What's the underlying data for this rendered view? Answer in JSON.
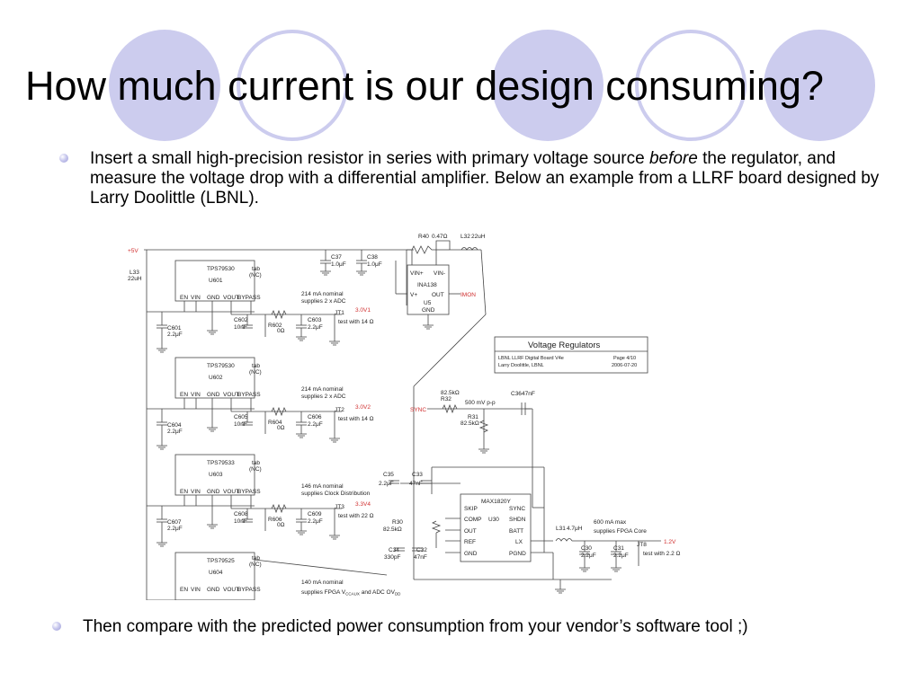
{
  "slide": {
    "title": "How much current is our design consuming?",
    "bullet1": {
      "before_text": "Insert a small high-precision resistor in series with primary voltage source ",
      "emphasis": "before",
      "after_text": " the regulator, and measure the voltage drop with a differential amplifier. Below an example from a LLRF board designed by Larry Doolittle (LBNL)."
    },
    "bullet2": "Then compare with the predicted power consumption from your vendor’s software tool ;)"
  },
  "schematic": {
    "title_block": {
      "heading": "Voltage Regulators",
      "board": "LBNL LLRF Digital Board V4e",
      "page": "Page 4/10",
      "author": "Larry Doolittle, LBNL",
      "date": "2006-07-20"
    },
    "supply": "+5V",
    "inductor_main": {
      "ref": "L33",
      "value": "22uH"
    },
    "regulators": [
      {
        "part": "TPS79530",
        "ref": "U601",
        "tab": "tab",
        "nc": "(NC)",
        "pin_labels": [
          "EN",
          "VIN",
          "GND",
          "VOUT",
          "BYPASS"
        ],
        "cap_in": "C601",
        "cap_in_val": "2.2μF",
        "cap_mid": "C602",
        "cap_mid_val": "10nF",
        "res": "R602",
        "res_val": "0Ω",
        "cap_out": "C603",
        "cap_out_val": "2.2μF",
        "current": "214 mA nominal",
        "supplies": "supplies 2 x ADC",
        "rail": "3.0V1",
        "jt": "JT1",
        "test": "test with 14 Ω"
      },
      {
        "part": "TPS79530",
        "ref": "U602",
        "tab": "tab",
        "nc": "(NC)",
        "pin_labels": [
          "EN",
          "VIN",
          "GND",
          "VOUT",
          "BYPASS"
        ],
        "cap_in": "C604",
        "cap_in_val": "2.2μF",
        "cap_mid": "C605",
        "cap_mid_val": "10nF",
        "res": "R604",
        "res_val": "0Ω",
        "cap_out": "C606",
        "cap_out_val": "2.2μF",
        "current": "214 mA nominal",
        "supplies": "supplies 2 x ADC",
        "rail": "3.0V2",
        "jt": "JT2",
        "test": "test with 14 Ω"
      },
      {
        "part": "TPS79533",
        "ref": "U603",
        "tab": "tab",
        "nc": "(NC)",
        "pin_labels": [
          "EN",
          "VIN",
          "GND",
          "VOUT",
          "BYPASS"
        ],
        "cap_in": "C607",
        "cap_in_val": "2.2μF",
        "cap_mid": "C608",
        "cap_mid_val": "10nF",
        "res": "R606",
        "res_val": "0Ω",
        "cap_out": "C609",
        "cap_out_val": "2.2μF",
        "current": "146 mA nominal",
        "supplies": "supplies Clock Distribution",
        "rail": "3.3V4",
        "jt": "JT3",
        "test": "test with 22 Ω"
      },
      {
        "part": "TPS79525",
        "ref": "U604",
        "tab": "tab",
        "nc": "(NC)",
        "pin_labels": [
          "EN",
          "VIN",
          "GND",
          "VOUT",
          "BYPASS"
        ],
        "current": "140 mA nominal",
        "supplies_prefix": "supplies FPGA V",
        "sub1": "CCAUX",
        "supplies_mid": " and ADC OV",
        "sub2": "DD"
      }
    ],
    "sense": {
      "r40": "R40",
      "r40_val": "0.47Ω",
      "l32": "L32",
      "l32_val": "22uH",
      "c37": "C37",
      "c37_val": "1.0μF",
      "c38": "C38",
      "c38_val": "1.0μF",
      "amp": "INA138",
      "amp_ref": "U5",
      "vin_plus": "VIN+",
      "vin_minus": "VIN-",
      "vplus": "V+",
      "out": "OUT",
      "gnd": "GND",
      "mon": "IMON"
    },
    "sync": {
      "net": "SYNC",
      "r32": "R32",
      "r32_val": "82.5kΩ",
      "ripple": "500 mV p-p",
      "c36": "C36",
      "c36_val": "47nF",
      "r31": "R31",
      "r31_val": "82.5kΩ"
    },
    "buck": {
      "part": "MAX1820Y",
      "ref": "U30",
      "left_pins": [
        "SKIP",
        "COMP",
        "OUT",
        "REF",
        "GND"
      ],
      "right_pins": [
        "SYNC",
        "SHDN",
        "BATT",
        "LX",
        "PGND"
      ],
      "c35": "C35",
      "c35_val": "2.2μF",
      "c33": "C33",
      "c33_val": "47nF",
      "r30": "R30",
      "r30_val": "82.5kΩ",
      "c34": "C34",
      "c34_val": "330pF",
      "c32": "C32",
      "c32_val": "47nF",
      "l31": "L31",
      "l31_val": "4.7μH",
      "c30": "C30",
      "c30_val": "2.2μF",
      "c31": "C31",
      "c31_val": "2.2μF",
      "jt": "JT8",
      "rail": "1.2V",
      "current": "600 mA max",
      "supplies": "supplies FPGA Core",
      "test": "test with 2.2 Ω"
    }
  }
}
